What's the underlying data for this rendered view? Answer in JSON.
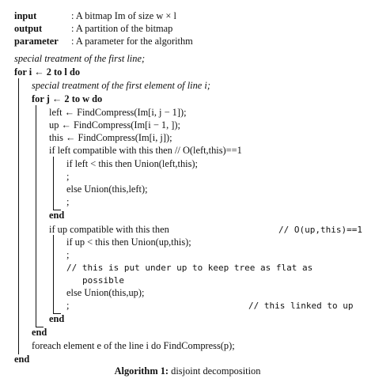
{
  "header": {
    "input_label": "input",
    "input_desc": ": A bitmap Im of size w × l",
    "output_label": "output",
    "output_desc": ": A partition of the bitmap",
    "parameter_label": "parameter",
    "parameter_desc": ": A parameter for the algorithm"
  },
  "lines": [
    "special treatment of the first line;",
    "for i ← 2 to l do",
    "special treatment of the first element of line i;",
    "for j ← 2 to w do",
    "left ← FindCompress(Im[i, j − 1]);",
    "up ← FindCompress(Im[i − 1, ]);",
    "this ← FindCompress(Im[i, j]);",
    "if left compatible with this then // O(left,this)==1",
    "if left < this then Union(left,this);",
    ";",
    "else Union(this,left);",
    ";",
    "end",
    "if up compatible with this then",
    "// O(up,this)==1",
    "if up < this then Union(up,this);",
    ";",
    "// this is put under up to keep tree as flat as",
    "possible",
    "else Union(this,up);",
    ";",
    "// this linked to up",
    "end",
    "end",
    "foreach element e of the line i do FindCompress(p);",
    "end"
  ],
  "caption": {
    "label": "Algorithm 1:",
    "text": "disjoint decomposition"
  }
}
